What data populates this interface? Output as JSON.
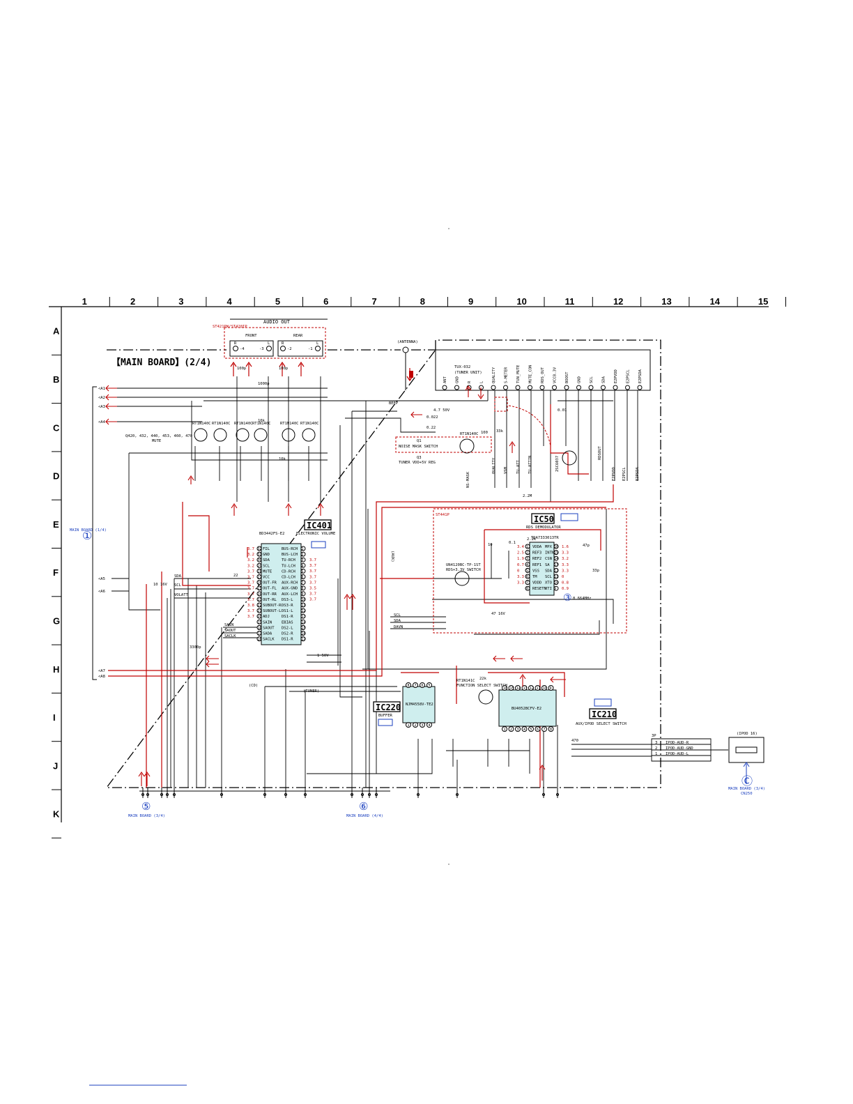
{
  "grid": {
    "columns": [
      "1",
      "2",
      "3",
      "4",
      "5",
      "6",
      "7",
      "8",
      "9",
      "10",
      "11",
      "12",
      "13",
      "14",
      "15"
    ],
    "rows": [
      "A",
      "B",
      "C",
      "D",
      "E",
      "F",
      "G",
      "H",
      "I",
      "J",
      "K"
    ]
  },
  "board_title": "【MAIN BOARD】(2/4)",
  "audio_out": {
    "label": "AUDIO OUT",
    "front": "FRONT",
    "rear": "REAR",
    "variant": "ST421PW/ST420IP",
    "pins": [
      "R",
      "L",
      "R",
      "L"
    ],
    "pin_nums": [
      "-4",
      "-3",
      "-2",
      "-1"
    ]
  },
  "antenna": {
    "label": "(ANTENNA)"
  },
  "tuner": {
    "name": "TUX-032",
    "desc": "(TUNER UNIT)",
    "pins": [
      "ANT",
      "GND",
      "R",
      "L",
      "QUALITY",
      "S-METER",
      "TUN_MUTE",
      "MUTE_CON",
      "RDS_OUT",
      "VCC8.3V",
      "BOOST",
      "GND",
      "SCL",
      "SDA",
      "E2PVDD",
      "E2PSCL",
      "E2PSDA"
    ]
  },
  "transistors": {
    "mute": {
      "parts": [
        "RT1N140C",
        "RT1N140C",
        "RT1N140C",
        "RT1N140C",
        "RT1N140C",
        "RT1N140C"
      ],
      "label": "Q420, 432, 440, 453, 460, 470",
      "sub": "MUTE"
    },
    "q1": {
      "part": "RT1N140C",
      "name": "Q1",
      "label": "NOISE MASK SWITCH"
    },
    "q3": {
      "name": "Q3",
      "label": "TUNER VDD+5V REG",
      "part": "2SC6037"
    },
    "q50": {
      "part": "UN4120BC-TP-1ST",
      "label": "RDS+3.3V SWITCH"
    },
    "q210": {
      "part": "RT1N141C",
      "label": "FUNCTION SELECT SWITCH"
    }
  },
  "ic401": {
    "title": "IC401",
    "part": "BD3442FS-E2",
    "desc": "ELECTRONIC VOLUME",
    "left_pins": [
      "FIL",
      "GND",
      "SDA",
      "SCL",
      "MUTE",
      "VCC",
      "OUT-FR",
      "OUT-FL",
      "OUT-RR",
      "OUT-RL",
      "SUBOUT-R",
      "SUBOUT-L",
      "ADJ",
      "SAIN",
      "SAOUT",
      "SADA",
      "SACLK"
    ],
    "right_pins": [
      "BUS-RCH",
      "BUS-LCH",
      "TU-RCH",
      "TU-LCH",
      "CD-RCH",
      "CD-LCH",
      "AUX-RCH",
      "AUX-GND",
      "AUX-LCH",
      "DS3-L",
      "DS3-R",
      "DS1-L",
      "DS1-R",
      "EBIAS",
      "DS2-L",
      "DS2-R",
      "DS1-R"
    ],
    "left_nums": [
      "32",
      "31",
      "30",
      "29",
      "28",
      "27",
      "26",
      "25",
      "24",
      "23",
      "22",
      "21",
      "20",
      "19",
      "18",
      "17",
      "16"
    ],
    "right_nums": [
      "1",
      "2",
      "3",
      "4",
      "5",
      "6",
      "7",
      "8",
      "9",
      "10",
      "11",
      "12",
      "13",
      "14",
      "15",
      "16",
      "17"
    ]
  },
  "ic50": {
    "title": "IC50",
    "part": "TDA7333013TR",
    "desc": "RDS DEMODULATOR",
    "left_pins": [
      "VDDA",
      "REF3",
      "REF2",
      "REF1",
      "VSS",
      "TM",
      "VDDD",
      "RESETN"
    ],
    "right_pins": [
      "MPX",
      "INTN",
      "CSN",
      "SA",
      "SDA",
      "SCL",
      "XTO",
      "XTI"
    ],
    "left_nums": [
      "1",
      "2",
      "3",
      "4",
      "5",
      "6",
      "7",
      "8"
    ],
    "right_nums": [
      "16",
      "15",
      "14",
      "13",
      "12",
      "11",
      "10",
      "9"
    ],
    "crystal": "8.664MHz",
    "variant": "ST441P"
  },
  "ic220": {
    "title": "IC220",
    "part": "NJM4558V-TE2",
    "desc": "BUFFER"
  },
  "ic210": {
    "title": "IC210",
    "part": "BU4052BCFV-E2",
    "desc": "AUX/IPOD SELECT SWITCH"
  },
  "connectors": {
    "left": [
      "A1",
      "A2",
      "A3",
      "A4",
      "A5",
      "A6",
      "A7",
      "A8"
    ],
    "main_board_1": {
      "label": "MAIN BOARD (1/4)",
      "marker": "①"
    },
    "bottom_5": {
      "label": "MAIN BOARD (3/4)",
      "marker": "⑤"
    },
    "bottom_6": {
      "label": "MAIN BOARD (4/4)",
      "marker": "⑥"
    },
    "marker_3": "③",
    "ipod": {
      "title": "(IPOD 16)",
      "cn": "3P",
      "rows": [
        {
          "num": "3",
          "label": "IPOD-AUD-R"
        },
        {
          "num": "2",
          "label": "IPOD-AUD-GND"
        },
        {
          "num": "1",
          "label": "IPOD-AUD-L"
        }
      ],
      "marker": "Ⓒ",
      "dest": "MAIN BOARD (3/4)",
      "dest2": "CN250"
    }
  },
  "bus_labels": [
    "SDA",
    "SCL",
    "VOLATT",
    "SAIN",
    "SAOUT",
    "SACLK",
    "SCL",
    "SDA",
    "DAVN",
    "NS-MASK",
    "QUALITY",
    "VSM",
    "TU-ATT",
    "TU-ATTIN",
    "RDSOUT",
    "E2PSCL",
    "E2PSDA",
    "E2PVDD",
    "(TUNER)",
    "(CD)",
    "(AUX)",
    "BEEP"
  ],
  "values": {
    "voltages_ic401_left": [
      "3.7",
      "3.2",
      "3.2",
      "3.2",
      "3.7",
      "3.7",
      "3.7",
      "3.7",
      "3.7",
      "3.7",
      "3.8",
      "3.7",
      "3.7"
    ],
    "voltages_ic401_right": [
      "3.7",
      "3.7",
      "3.7",
      "3.7",
      "3.7",
      "3.5",
      "3.7",
      "3.7"
    ],
    "voltages_ic50_left": [
      "3.4",
      "2.5",
      "1.9",
      "0.7",
      "0",
      "3.3",
      "3.3"
    ],
    "voltages_ic50_right": [
      "1.6",
      "3.3",
      "3.2",
      "3.3",
      "3.3",
      "0",
      "0.8",
      "0.9"
    ],
    "cap_labels": [
      "100p",
      "100p",
      "10k",
      "10k",
      "100",
      "4.7 50V",
      "0.022",
      "0.22",
      "0.01",
      "1000p",
      "3300p",
      "33k",
      "22k",
      "470",
      "47 16V",
      "2.2k",
      "1 50V",
      "2.2M",
      "0.1",
      "10 16V",
      "22",
      "10",
      "33p",
      "47p"
    ]
  }
}
